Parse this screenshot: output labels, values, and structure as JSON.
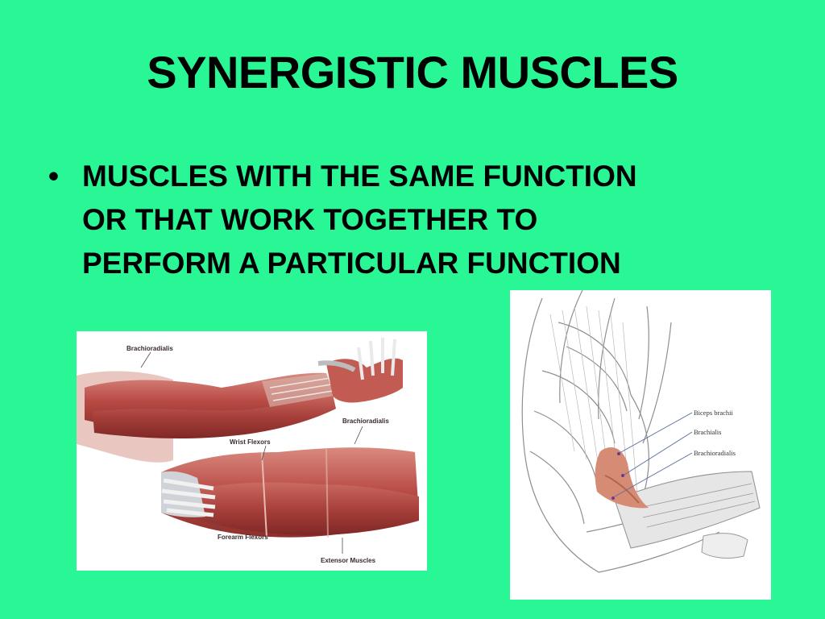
{
  "slide": {
    "title": "SYNERGISTIC MUSCLES",
    "bullets": [
      {
        "text": "MUSCLES WITH THE SAME FUNCTION\nOR THAT WORK TOGETHER TO\nPERFORM A PARTICULAR FUNCTION"
      }
    ],
    "background_color": "#29f796"
  },
  "figures": {
    "forearm": {
      "labels": {
        "brachioradialis_top": "Brachioradialis",
        "brachioradialis_mid": "Brachioradialis",
        "wrist_flexors": "Wrist Flexors",
        "forearm_flexors": "Forearm Flexors",
        "extensor_muscles": "Extensor Muscles"
      }
    },
    "upper_arm": {
      "labels": {
        "biceps_brachii": "Biceps brachii",
        "brachialis": "Brachialis",
        "brachioradialis": "Brachioradialis"
      }
    }
  }
}
